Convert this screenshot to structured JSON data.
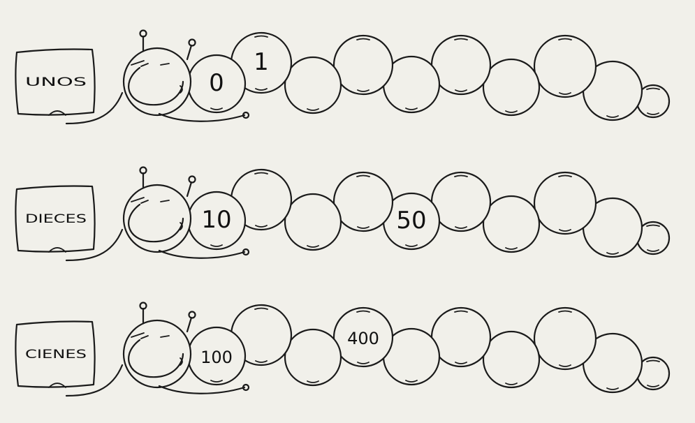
{
  "worksheet": {
    "rows": [
      {
        "label": "UNOS",
        "values": [
          "0",
          "1",
          "",
          "",
          "",
          "",
          "",
          "",
          "",
          ""
        ]
      },
      {
        "label": "DIECES",
        "values": [
          "10",
          "",
          "",
          "",
          "50",
          "",
          "",
          "",
          "",
          ""
        ]
      },
      {
        "label": "CIENES",
        "values": [
          "100",
          "",
          "",
          "400",
          "",
          "",
          "",
          "",
          "",
          ""
        ]
      }
    ]
  }
}
